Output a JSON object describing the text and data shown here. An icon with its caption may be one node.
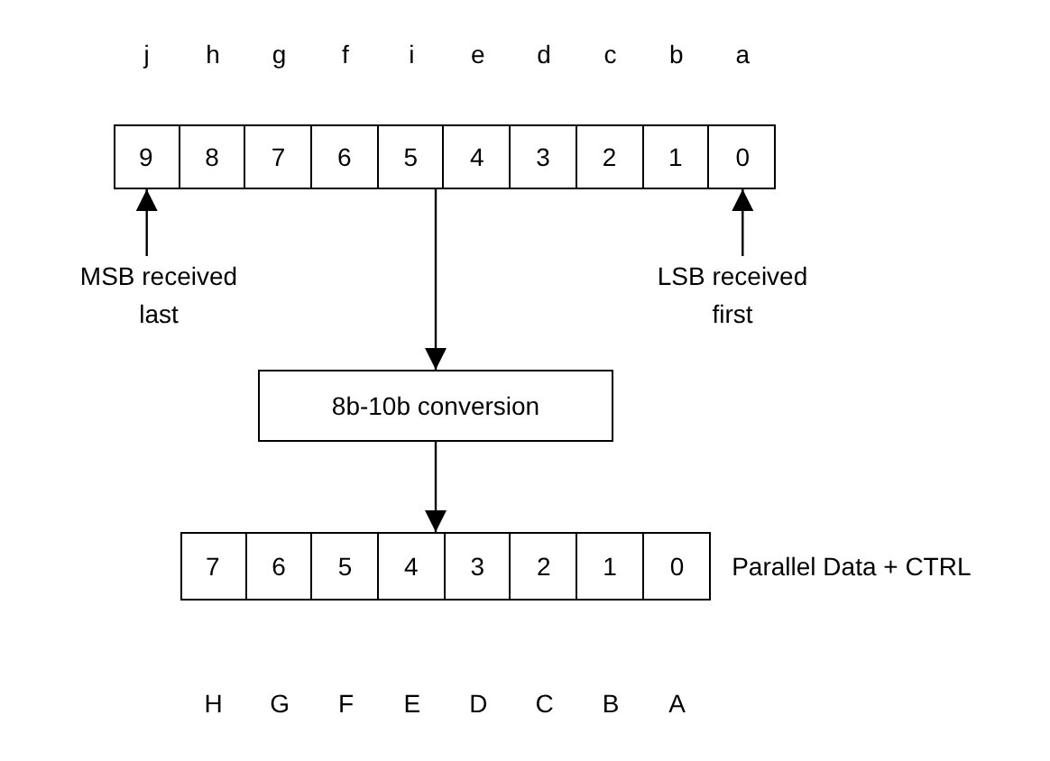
{
  "diagram": {
    "nodes": [
      {
        "text": [],
        "shape": "box"
      },
      {
        "text": [
          "9"
        ],
        "in": 0
      },
      {
        "text": [
          "8"
        ],
        "in": 0
      },
      {
        "text": [
          "7"
        ],
        "in": 0
      },
      {
        "text": [
          "6"
        ],
        "in": 0
      },
      {
        "text": [
          "5"
        ],
        "in": 0
      },
      {
        "text": [
          "4"
        ],
        "in": 0
      },
      {
        "text": [
          "3"
        ],
        "in": 0
      },
      {
        "text": [
          "2"
        ],
        "in": 0
      },
      {
        "text": [
          "1"
        ],
        "in": 0
      },
      {
        "text": [
          "0"
        ],
        "in": 0
      },
      {
        "text": [
          "MSB received last"
        ]
      },
      {
        "text": [
          "LSB received first"
        ]
      },
      {
        "text": [
          "8b-10b conversion"
        ]
      },
      {
        "text": [],
        "shape": "box",
        "beside": [
          "Parallel Data + CTRL"
        ]
      },
      {
        "text": [
          "7"
        ],
        "in": 14
      },
      {
        "text": [
          "6"
        ],
        "in": 14
      },
      {
        "text": [
          "5"
        ],
        "in": 14
      },
      {
        "text": [
          "4"
        ],
        "in": 14
      },
      {
        "text": [
          "3"
        ],
        "in": 14
      },
      {
        "text": [
          "2"
        ],
        "in": 14
      },
      {
        "text": [
          "1"
        ],
        "in": 14
      },
      {
        "text": [
          "0"
        ],
        "in": 14
      }
    ],
    "edges": [
      {
        "from": 11,
        "to": 1,
        "arrow": "to"
      },
      {
        "from": 12,
        "to": 10,
        "arrow": "to"
      },
      {
        "from": 0,
        "to": 13,
        "arrow": "to"
      },
      {
        "from": 13,
        "to": 14,
        "arrow": "to"
      }
    ],
    "labels": [
      "j",
      "h",
      "g",
      "f",
      "i",
      "e",
      "d",
      "c",
      "b",
      "a",
      "H",
      "G",
      "F",
      "E",
      "D",
      "C",
      "B",
      "A"
    ]
  }
}
